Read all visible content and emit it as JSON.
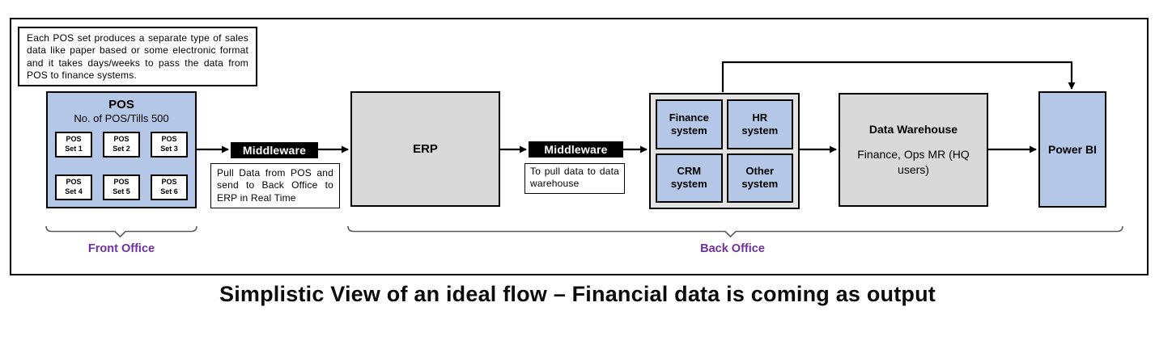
{
  "annotation_note": {
    "text": "Each POS set produces a separate type of sales data like paper based or some electronic format and it takes days/weeks to pass the data from POS to finance systems."
  },
  "pos": {
    "title": "POS",
    "subtitle": "No. of POS/Tills 500",
    "sets": [
      {
        "top": "POS",
        "bottom": "Set 1"
      },
      {
        "top": "POS",
        "bottom": "Set 2"
      },
      {
        "top": "POS",
        "bottom": "Set 3"
      },
      {
        "top": "POS",
        "bottom": "Set 4"
      },
      {
        "top": "POS",
        "bottom": "Set 5"
      },
      {
        "top": "POS",
        "bottom": "Set 6"
      }
    ]
  },
  "middleware_1": {
    "label": "Middleware",
    "note": "Pull Data from POS and send to Back Office to ERP in Real Time"
  },
  "erp": {
    "label": "ERP"
  },
  "middleware_2": {
    "label": "Middleware",
    "note": "To pull data to data warehouse"
  },
  "systems": {
    "items": [
      "Finance system",
      "HR system",
      "CRM system",
      "Other system"
    ]
  },
  "data_warehouse": {
    "title": "Data Warehouse",
    "subtitle": "Finance, Ops MR (HQ users)"
  },
  "power_bi": {
    "label": "Power BI"
  },
  "zones": {
    "front_office": "Front Office",
    "back_office": "Back Office"
  },
  "caption": "Simplistic View of an ideal flow – Financial data is coming as output",
  "colors": {
    "box_blue": "#B4C7E7",
    "box_gray": "#D9D9D9",
    "middleware_bg": "#000000",
    "middleware_text": "#FFFFFF",
    "zone_label_purple": "#7030A0",
    "border_black": "#000000"
  }
}
